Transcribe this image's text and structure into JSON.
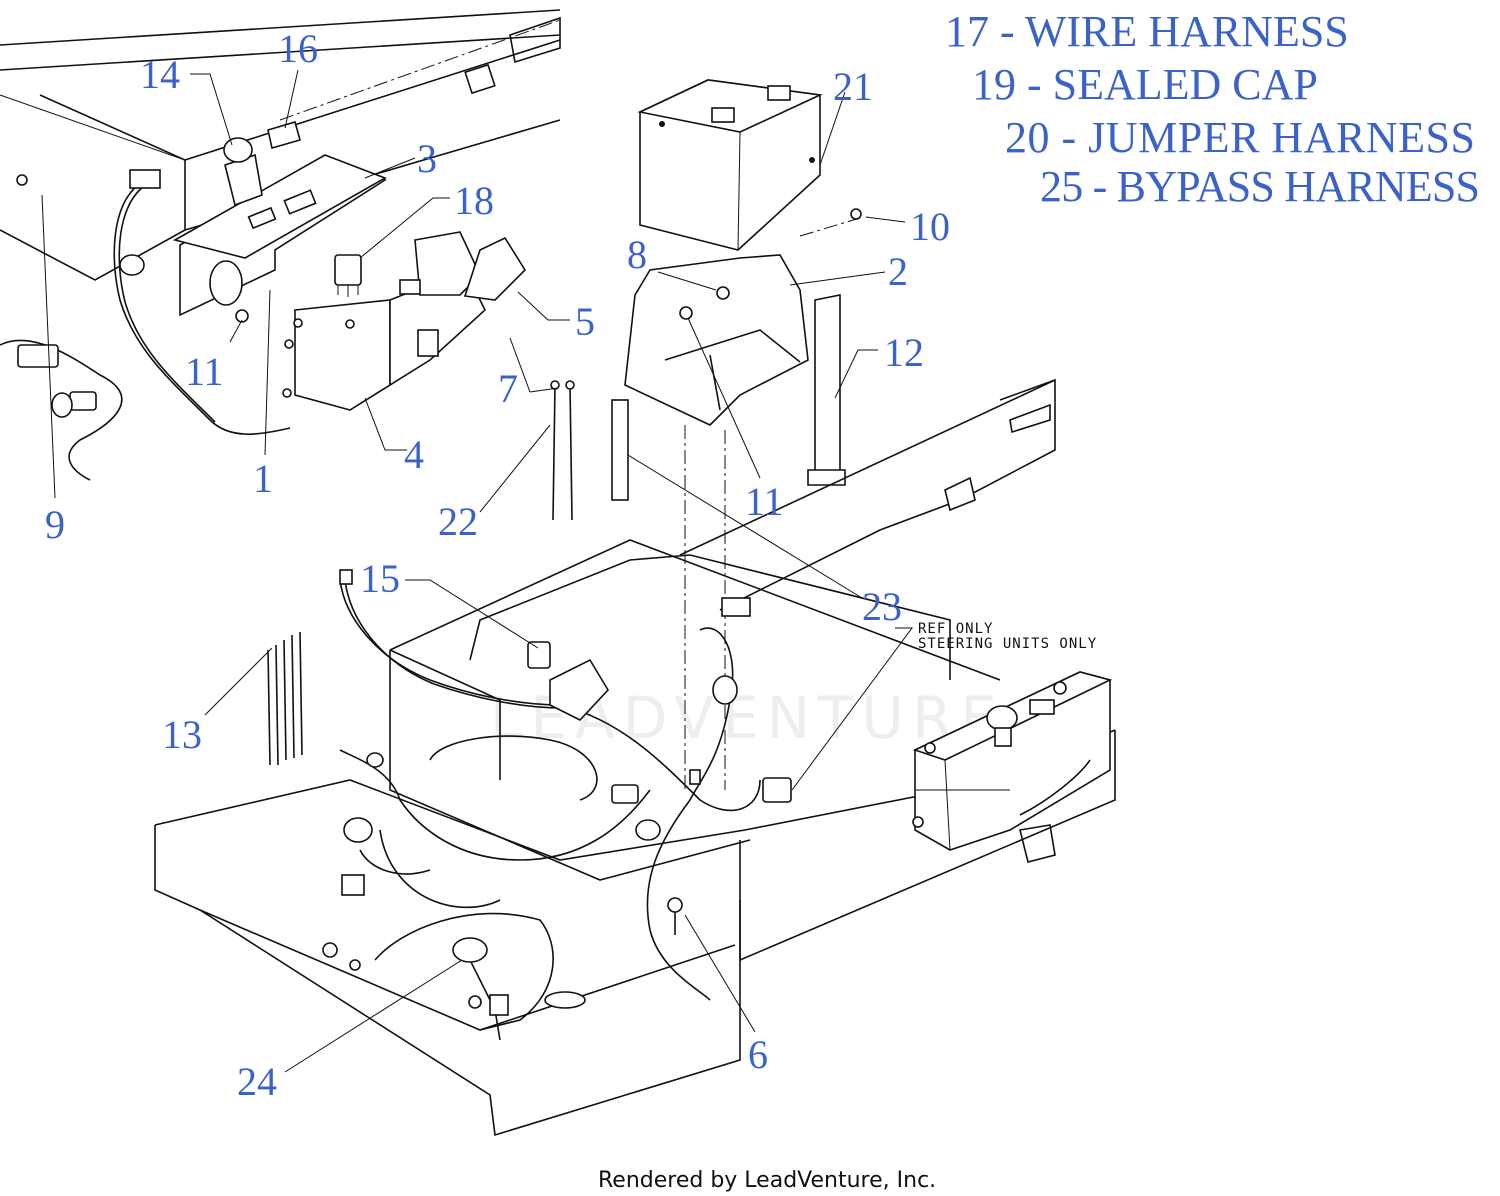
{
  "legend": [
    {
      "text": "17 - WIRE HARNESS"
    },
    {
      "text": "19 - SEALED CAP"
    },
    {
      "text": "20 - JUMPER HARNESS"
    },
    {
      "text": "25 - BYPASS HARNESS"
    }
  ],
  "callouts": {
    "c1": "1",
    "c2": "2",
    "c3": "3",
    "c4": "4",
    "c5": "5",
    "c6": "6",
    "c7": "7",
    "c8": "8",
    "c9": "9",
    "c10": "10",
    "c11a": "11",
    "c11b": "11",
    "c12": "12",
    "c13": "13",
    "c14": "14",
    "c15": "15",
    "c16": "16",
    "c18": "18",
    "c21": "21",
    "c22": "22",
    "c23": "23",
    "c24": "24"
  },
  "ref_note": {
    "line1": "REF ONLY",
    "line2": "STEERING UNITS ONLY"
  },
  "watermark": "LEADVENTURE",
  "footer": "Rendered by LeadVenture, Inc.",
  "colors": {
    "callout": "#3a62c9",
    "line": "#111111",
    "background": "#ffffff"
  }
}
